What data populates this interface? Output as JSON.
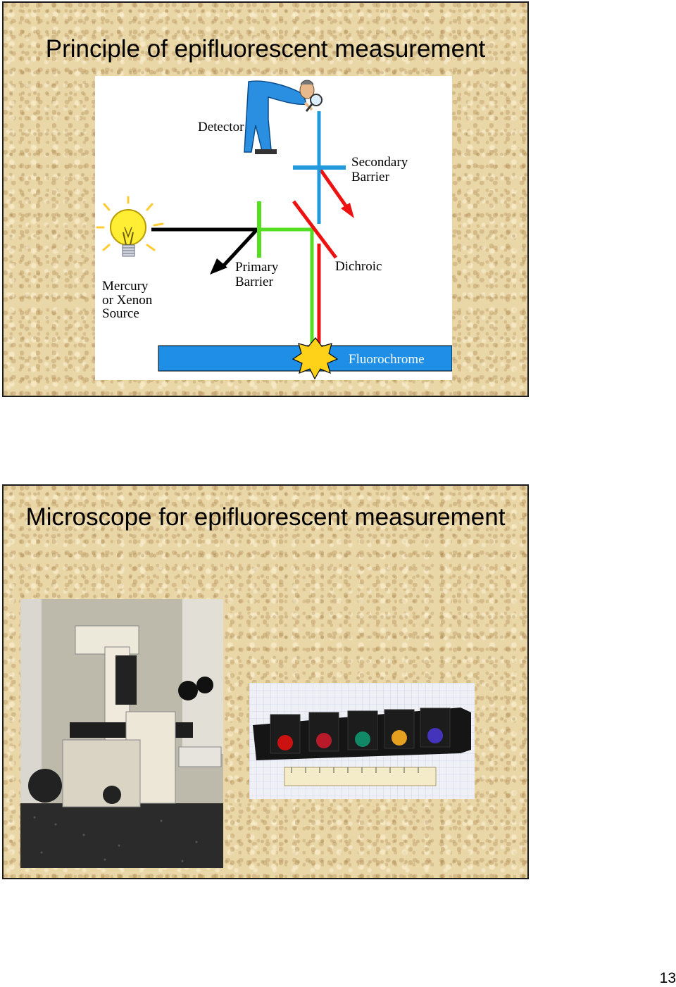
{
  "slides": [
    {
      "title": "Principle of epifluorescent measurement",
      "diagram": {
        "labels": {
          "detector": "Detector",
          "secondary_barrier_1": "Secondary",
          "secondary_barrier_2": "Barrier",
          "primary_barrier_1": "Primary",
          "primary_barrier_2": "Barrier",
          "dichroic": "Dichroic",
          "source_1": "Mercury",
          "source_2": "or Xenon",
          "source_3": "Source",
          "fluorochrome": "Fluorochrome"
        },
        "colors": {
          "excitation_light": "#55dd22",
          "emission_light": "#ee1111",
          "detector_path": "#2299dd",
          "source_path": "#000000",
          "specimen": "#1e8ee6",
          "bulb": "#ffee33"
        },
        "icons": [
          "light-bulb-icon",
          "person-with-magnifier-icon",
          "burst-icon"
        ]
      }
    },
    {
      "title": "Microscope for epifluorescent measurement",
      "images": [
        "inverted-microscope-photo",
        "filter-cube-slider-photo"
      ]
    }
  ],
  "page_number": "13"
}
